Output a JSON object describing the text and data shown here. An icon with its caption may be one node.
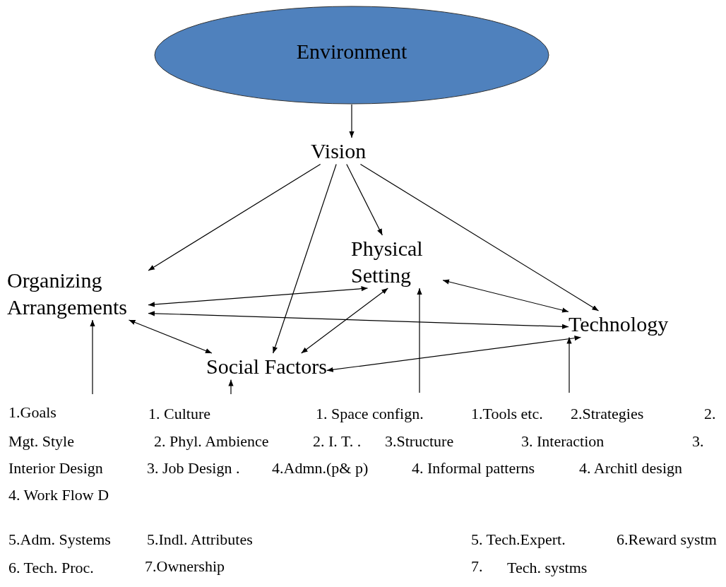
{
  "diagram": {
    "nodes": [
      {
        "text": [
          "Environment"
        ]
      },
      {
        "text": [
          "Vision"
        ]
      },
      {
        "text": [
          "Physical Setting"
        ]
      },
      {
        "text": [
          "Organizing Arrangements"
        ]
      },
      {
        "text": [
          "Technology"
        ]
      },
      {
        "text": [
          "Social Factors"
        ]
      }
    ],
    "edges": [
      {
        "from": 0,
        "to": 1,
        "arrow": "to"
      },
      {
        "from": 1,
        "to": 3,
        "arrow": "to"
      },
      {
        "from": 1,
        "to": 5,
        "arrow": "to"
      },
      {
        "from": 1,
        "to": 2,
        "arrow": "to"
      },
      {
        "from": 1,
        "to": 4,
        "arrow": "to"
      },
      {
        "from": 2,
        "to": 4,
        "arrow": "both"
      },
      {
        "from": 3,
        "to": 2,
        "arrow": "both"
      },
      {
        "from": 5,
        "to": 2,
        "arrow": "both"
      },
      {
        "from": 3,
        "to": 4,
        "arrow": "both"
      },
      {
        "from": 3,
        "to": 5,
        "arrow": "both"
      },
      {
        "from": 5,
        "to": 4,
        "arrow": "both"
      },
      {
        "from": null,
        "to": 3,
        "arrow": "to"
      },
      {
        "from": null,
        "to": 5,
        "arrow": "to"
      },
      {
        "from": null,
        "to": 2,
        "arrow": "to"
      },
      {
        "from": null,
        "to": 4,
        "arrow": "to"
      }
    ],
    "labels": [
      "1.Goals",
      "1. Culture",
      "1. Space confign.",
      "1.Tools etc.",
      "2.Strategies",
      "2.",
      "Mgt. Style",
      "2. Phyl. Ambience",
      "2. I. T. .",
      "3.Structure",
      "3. Interaction",
      "3.",
      "Interior Design",
      "3. Job Design .",
      "4.Admn.(p& p)",
      "4. Informal patterns",
      "4. Architl design",
      "4. Work Flow D",
      "5.Adm. Systems",
      "5.Indl. Attributes",
      "5. Tech.Expert.",
      "6.Reward systm",
      "6. Tech. Proc.",
      "7.Ownership",
      "7.",
      "Tech. systms"
    ]
  }
}
